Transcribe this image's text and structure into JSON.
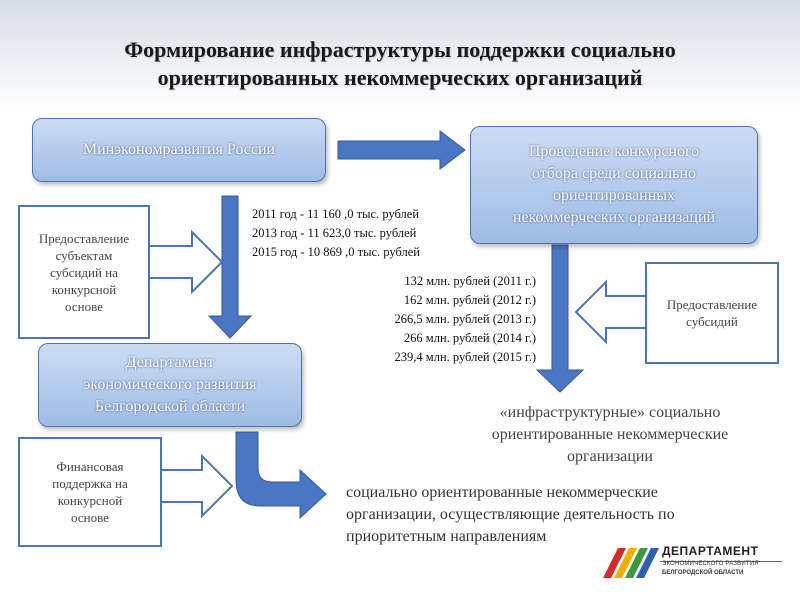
{
  "title": {
    "line1": "Формирование инфраструктуры поддержки социально",
    "line2": "ориентированных некоммерческих организаций"
  },
  "ministry": {
    "label": "Минэкономразвития России"
  },
  "contest": {
    "lines": [
      "Проведение конкурсного",
      "отбора среди социально",
      "ориентированных",
      "некоммерческих организаций"
    ]
  },
  "federal_side": {
    "lines": [
      "Предоставление",
      "субъектам",
      "субсидий на",
      "конкурсной",
      "основе"
    ]
  },
  "regional_funding": {
    "lines": [
      "2011 год - 11 160 ,0 тыс. рублей",
      "2013 год  - 11 623,0  тыс. рублей",
      "2015 год - 10 869 ,0 тыс. рублей"
    ]
  },
  "federal_funding": {
    "lines": [
      "132 млн. рублей (2011 г.)",
      "162 млн. рублей (2012 г.)",
      "266,5 млн. рублей (2013 г.)",
      "266 млн. рублей (2014 г.)",
      "239,4 млн. рублей (2015 г.)"
    ]
  },
  "subsidy_side": {
    "lines": [
      "Предоставление",
      "субсидий"
    ]
  },
  "department": {
    "lines": [
      "Департамент",
      "экономического развития",
      "Белгородской области"
    ]
  },
  "infrastructure_orgs": {
    "lines": [
      "«инфраструктурные» социально",
      "ориентированные некоммерческие",
      "организации"
    ]
  },
  "financial_side": {
    "lines": [
      "Финансовая",
      "поддержка на",
      "конкурсной",
      "основе"
    ]
  },
  "priority_orgs": {
    "lines": [
      "социально ориентированные некоммерческие",
      "организации, осуществляющие деятельность по",
      "приоритетным направлениям"
    ]
  },
  "logo": {
    "line1": "ДЕПАРТАМЕНТ",
    "line2": "ЭКОНОМИЧЕСКОГО РАЗВИТИЯ",
    "line3": "БЕЛГОРОДСКОЙ ОБЛАСТИ"
  },
  "colors": {
    "arrow": "#4a76c4",
    "arrow_dark": "#35599c",
    "box_border": "#4a76b0"
  }
}
